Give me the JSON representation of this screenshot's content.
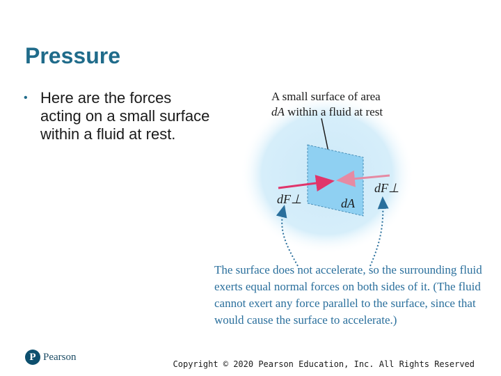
{
  "slide": {
    "title": "Pressure",
    "bullets": [
      "Here are the forces acting on a small surface within a fluid at rest."
    ]
  },
  "figure": {
    "top_label_line1": "A small surface of area",
    "top_label_line2_math": "dA",
    "top_label_line2_rest": " within a fluid at rest",
    "label_dF_perp_left": "dF⊥",
    "label_dF_perp_right": "dF⊥",
    "label_dA": "dA",
    "caption": "The surface does not accelerate, so the surrounding fluid exerts equal normal forces on both sides of it. (The fluid cannot exert any force parallel to the surface, since that would cause the surface to accelerate.)",
    "colors": {
      "fluid": "#cde9f8",
      "surface": "#8fd0f2",
      "arrow_left": "#e0356b",
      "arrow_right": "#e58aa3",
      "caption": "#2a6f9c"
    }
  },
  "footer": {
    "logo_letter": "P",
    "logo_text": "Pearson",
    "copyright": "Copyright © 2020 Pearson Education, Inc. All Rights Reserved"
  }
}
